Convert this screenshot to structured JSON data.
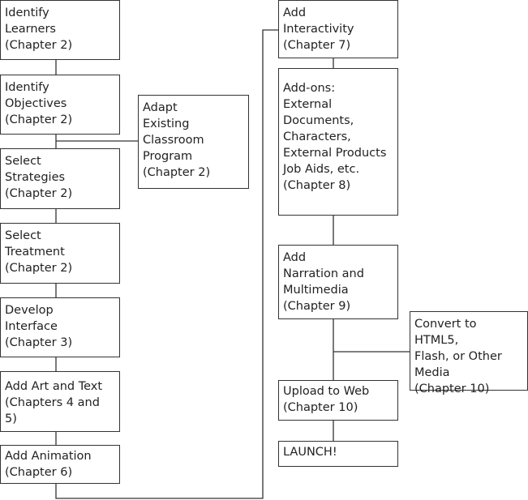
{
  "diagram": {
    "left_column": [
      "Identify\nLearners\n(Chapter 2)",
      "Identify\nObjectives\n(Chapter 2)",
      "Select\nStrategies\n(Chapter 2)",
      "Select\nTreatment\n(Chapter 2)",
      "Develop\nInterface\n(Chapter 3)",
      "Add Art and Text\n(Chapters 4 and 5)",
      "Add Animation\n(Chapter 6)"
    ],
    "side_box": "Adapt\nExisting\nClassroom\nProgram\n(Chapter 2)",
    "right_column": [
      "Add\nInteractivity\n(Chapter 7)",
      "Add-ons:\nExternal\nDocuments,\nCharacters,\nExternal Products\nJob Aids, etc.\n(Chapter 8)",
      "Add\nNarration and\nMultimedia\n(Chapter 9)",
      "Upload to Web\n(Chapter 10)",
      "LAUNCH!"
    ],
    "convert_box": "Convert to HTML5,\nFlash, or Other\nMedia\n(Chapter 10)"
  }
}
